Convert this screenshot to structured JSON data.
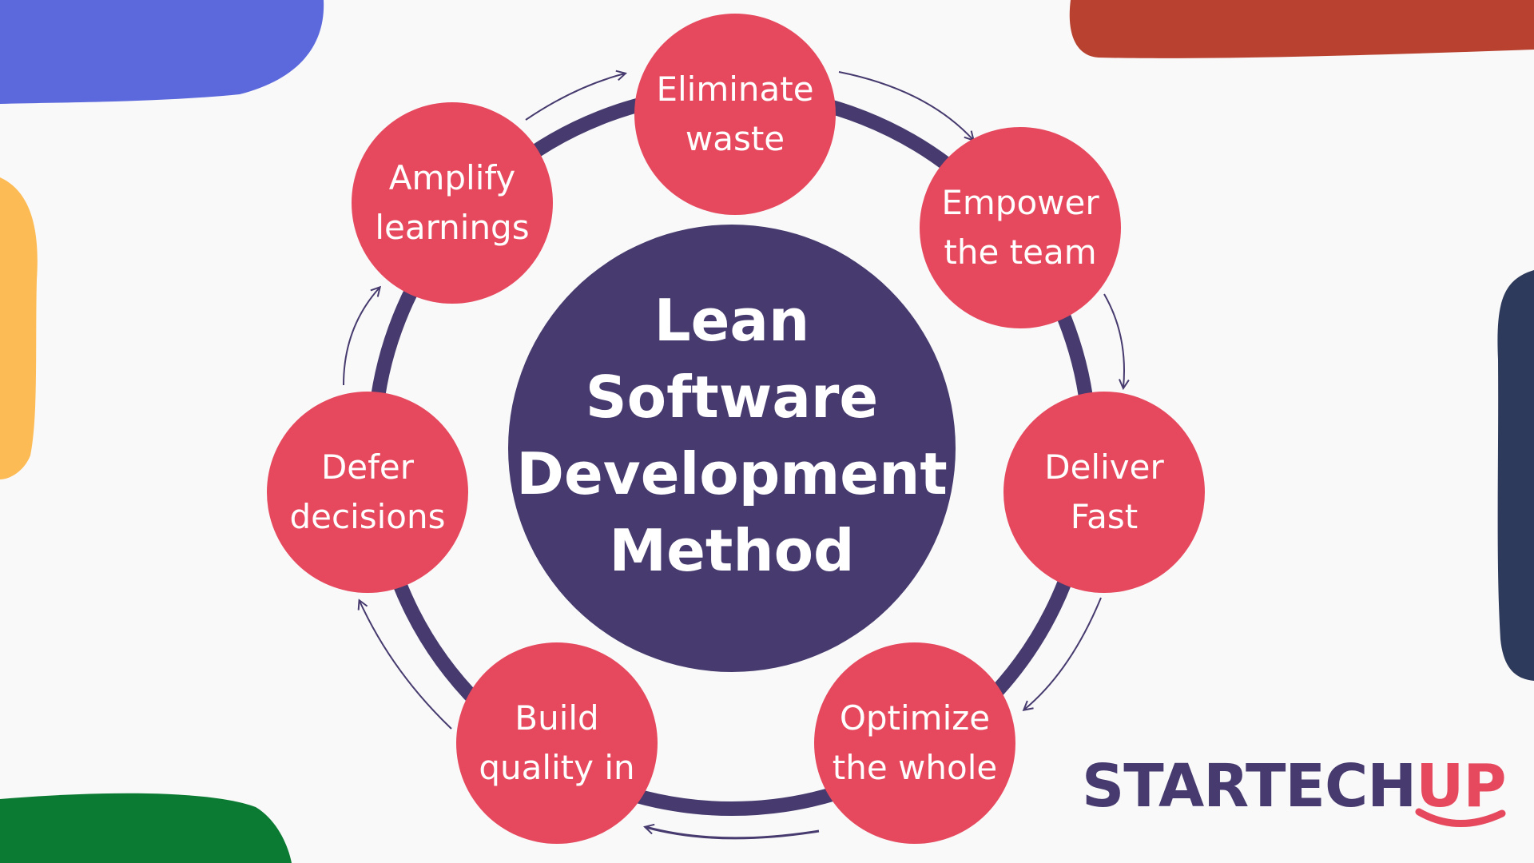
{
  "colors": {
    "background": "#f9f9f9",
    "ring": "#463a6e",
    "center": "#463a6e",
    "node": "#e6495e",
    "node_text": "#ffffff",
    "arrow": "#463a6e",
    "blob_blue": "#5b69dc",
    "blob_red": "#b8412f",
    "blob_yellow": "#fdbb55",
    "blob_navy": "#2e3a5b",
    "blob_green": "#0b7a32",
    "logo_dark": "#463a6e",
    "logo_accent": "#e6495e"
  },
  "center": {
    "title_lines": [
      "Lean",
      "Software",
      "Development",
      "Method"
    ]
  },
  "principles": [
    {
      "id": "eliminate-waste",
      "lines": [
        "Eliminate",
        "waste"
      ]
    },
    {
      "id": "empower-the-team",
      "lines": [
        "Empower",
        "the team"
      ]
    },
    {
      "id": "deliver-fast",
      "lines": [
        "Deliver",
        "Fast"
      ]
    },
    {
      "id": "optimize-the-whole",
      "lines": [
        "Optimize",
        "the whole"
      ]
    },
    {
      "id": "build-quality-in",
      "lines": [
        "Build",
        "quality in"
      ]
    },
    {
      "id": "defer-decisions",
      "lines": [
        "Defer",
        "decisions"
      ]
    },
    {
      "id": "amplify-learnings",
      "lines": [
        "Amplify",
        "learnings"
      ]
    }
  ],
  "logo": {
    "part1": "STARTECH",
    "part2": "UP"
  }
}
